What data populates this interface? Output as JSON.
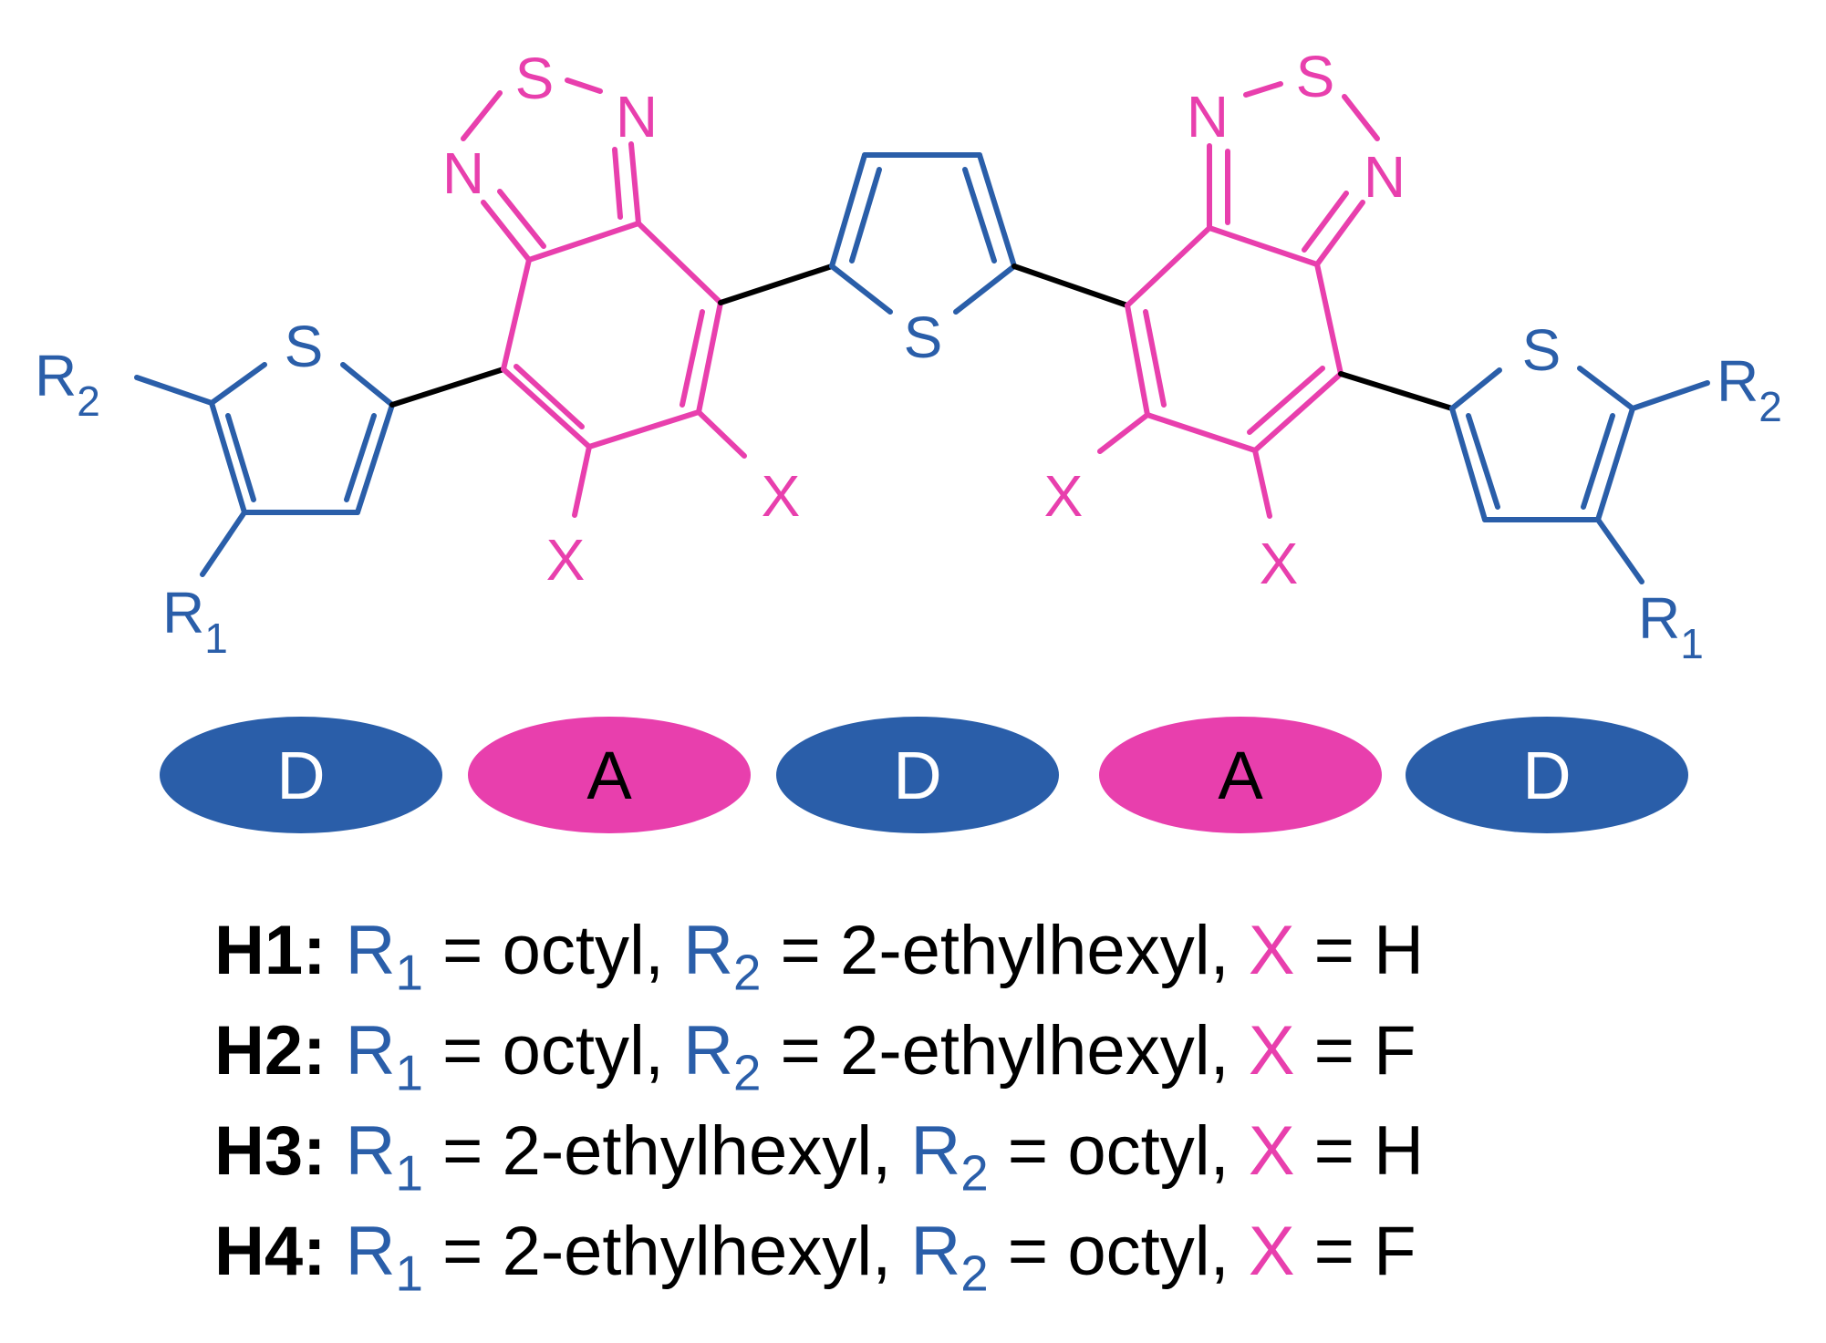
{
  "colors": {
    "donor": "#2a5ea9",
    "acceptor": "#e83fad",
    "linker": "#000000",
    "donor_text": "#ffffff",
    "acceptor_text": "#000000"
  },
  "structure": {
    "atoms": {
      "S": "S",
      "N": "N",
      "X": "X",
      "R1_base": "R",
      "R1_sub": "1",
      "R2_base": "R",
      "R2_sub": "2"
    }
  },
  "units": {
    "items": [
      {
        "label": "D",
        "role": "donor"
      },
      {
        "label": "A",
        "role": "acceptor"
      },
      {
        "label": "D",
        "role": "donor"
      },
      {
        "label": "A",
        "role": "acceptor"
      },
      {
        "label": "D",
        "role": "donor"
      }
    ]
  },
  "legend": {
    "rows": [
      {
        "code": "H1:",
        "r1_base": "R",
        "r1_sub": "1",
        "r1_value": "octyl,",
        "r2_base": "R",
        "r2_sub": "2",
        "r2_value": "2-ethylhexyl,",
        "x_symbol": "X",
        "x_value": "H",
        "eq": "="
      },
      {
        "code": "H2:",
        "r1_base": "R",
        "r1_sub": "1",
        "r1_value": "octyl,",
        "r2_base": "R",
        "r2_sub": "2",
        "r2_value": "2-ethylhexyl,",
        "x_symbol": "X",
        "x_value": "F",
        "eq": "="
      },
      {
        "code": "H3:",
        "r1_base": "R",
        "r1_sub": "1",
        "r1_value": "2-ethylhexyl,",
        "r2_base": "R",
        "r2_sub": "2",
        "r2_value": "octyl,",
        "x_symbol": "X",
        "x_value": "H",
        "eq": "="
      },
      {
        "code": "H4:",
        "r1_base": "R",
        "r1_sub": "1",
        "r1_value": "2-ethylhexyl,",
        "r2_base": "R",
        "r2_sub": "2",
        "r2_value": "octyl,",
        "x_symbol": "X",
        "x_value": "F",
        "eq": "="
      }
    ]
  }
}
